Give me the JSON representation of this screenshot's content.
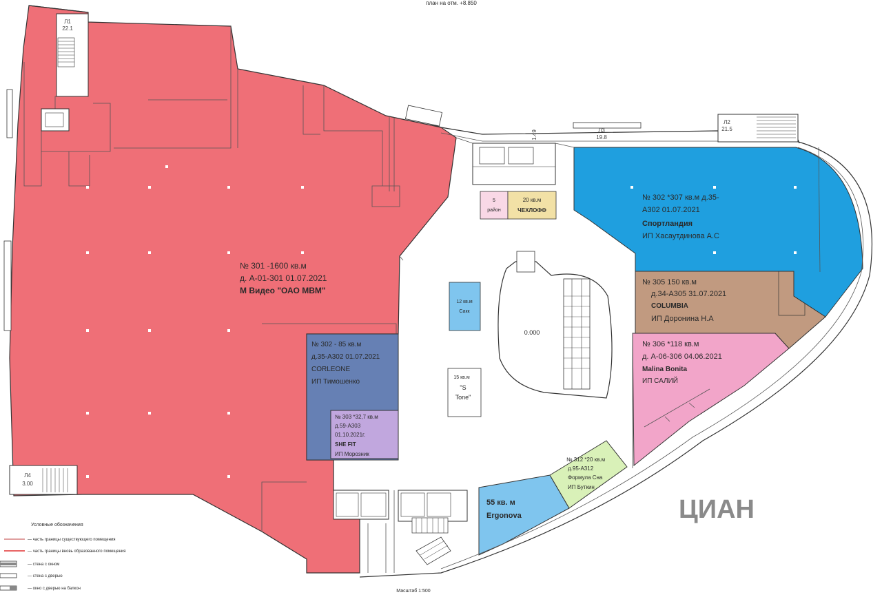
{
  "header_caption": "план на отм. +8.850",
  "footer_caption": "Масштаб 1:500",
  "colors": {
    "red": "#ef6f77",
    "blue": "#1f9fdf",
    "tan": "#c19a80",
    "pink": "#f2a5c9",
    "steel": "#6680b4",
    "lavender": "#c1a7de",
    "lightblue": "#7fc5ee",
    "lightgreen": "#d9f1b8",
    "yellow": "#f2e1a6",
    "lightpink": "#f9d8e6",
    "wall": "#333333"
  },
  "units": {
    "u301": {
      "line1": "№ 301 -1600 кв.м",
      "line2": "д. А-01-301  01.07.2021",
      "line3": "М Видео  \"ОАО МВМ\""
    },
    "u302a": {
      "line1": "№ 302 *307 кв.м  д.35-",
      "line2": "А302 01.07.2021",
      "line3": "Спортландия",
      "line4": "ИП Хасаутдинова А.С"
    },
    "u302b": {
      "line1": "№ 302 - 85 кв.м",
      "line2": "д.35-А302 01.07.2021",
      "line3": "CORLEONE",
      "line4": "ИП Тимошенко"
    },
    "u305": {
      "line1": "№ 305 150 кв.м",
      "line2": "д.34-А305  31.07.2021",
      "line3": "COLUMBIA",
      "line4": "ИП Доронина Н.А"
    },
    "u306": {
      "line1": "№ 306 *118 кв.м",
      "line2": "д. А-06-306  04.06.2021",
      "line3": "Malina Bonita",
      "line4": "ИП САЛИЙ"
    },
    "u303": {
      "line1": "№ 303 *32,7 кв.м",
      "line2": "д.59-А303",
      "line3": "01.10.2021г.",
      "line4": "SHE FIT",
      "line5": "ИП Морозник"
    },
    "u312": {
      "line1": "№ 312 *20 кв.м",
      "line2": "д.95-А312",
      "line3": "Формула Сна",
      "line4": "ИП Буткин"
    },
    "ergonova": {
      "line1": "55 кв. м",
      "line2": "Ergonova"
    },
    "chehol": {
      "line1": "20 кв.м",
      "line2": "ЧЕХЛОФФ"
    },
    "small_pink": {
      "line1": "5",
      "line2": "район"
    },
    "kiosk_blue": {
      "line1": "12 кв.м",
      "line2": "Сакк"
    },
    "kiosk_white": {
      "line1": "15 кв.м",
      "line2": "\"S",
      "line3": "Tone\""
    },
    "atrium": {
      "label": "0.000"
    }
  },
  "stair_marks": {
    "s1": {
      "top": "Л1",
      "bottom": "22.1"
    },
    "s2": {
      "top": "Л2",
      "bottom": "21.5"
    },
    "s3": {
      "top": "Л4",
      "bottom": "3.00"
    }
  },
  "facade_marks": [
    "1.49",
    "Л3",
    "19.8"
  ],
  "legend": {
    "title": "Условные обозначения",
    "items": [
      "— часть границы существующего помещения",
      "— часть границы вновь образованного помещения",
      "— стена с окном",
      "— стена с дверью",
      "— окно с дверью на балкон"
    ]
  },
  "watermark": "ЦИАН"
}
